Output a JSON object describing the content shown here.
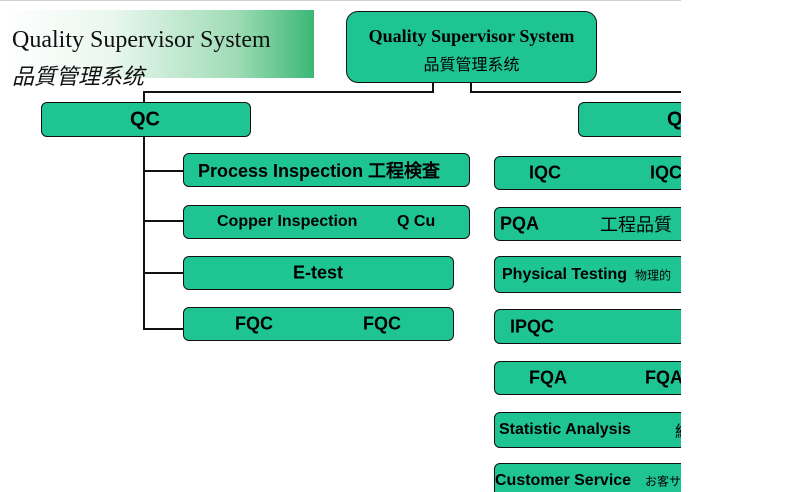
{
  "banner": {
    "title_en": "Quality Supervisor System",
    "title_zh": "品質管理系统"
  },
  "diagram": {
    "root": {
      "line1": "Quality Supervisor System",
      "line2": "品質管理系统"
    },
    "qc_branch": {
      "label": "QC",
      "children": [
        {
          "text": "Process Inspection 工程検査"
        },
        {
          "text_a": "Copper Inspection",
          "text_b": "Q Cu"
        },
        {
          "text": "E-test"
        },
        {
          "text_a": "FQC",
          "text_b": "FQC"
        }
      ]
    },
    "qa_branch": {
      "label": "Q",
      "children": [
        {
          "text_a": "IQC",
          "text_b": "IQC"
        },
        {
          "text_a": "PQA",
          "text_b": "工程品質"
        },
        {
          "text": "Physical Testing",
          "text_b": "物理的"
        },
        {
          "text": "IPQC"
        },
        {
          "text_a": "FQA",
          "text_b": "FQA"
        },
        {
          "text": "Statistic Analysis",
          "text_b": "統計"
        },
        {
          "text": "Customer Service",
          "text_b": "お客サ"
        }
      ]
    }
  }
}
